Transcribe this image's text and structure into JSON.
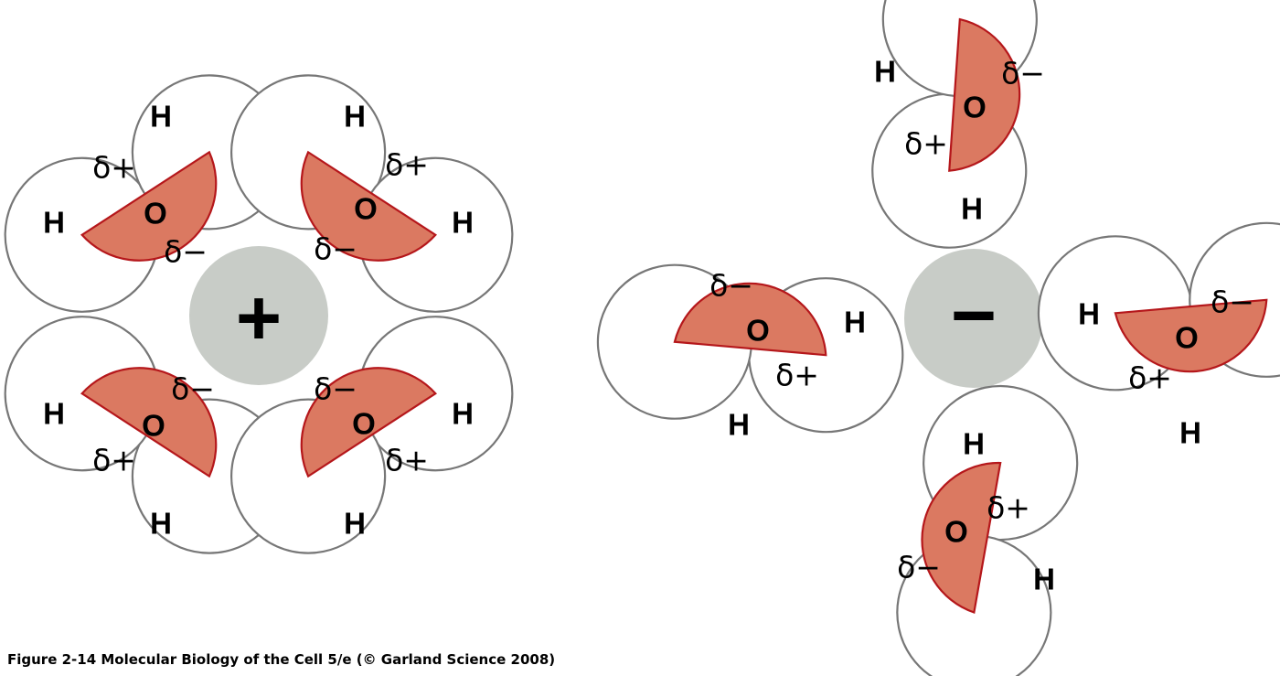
{
  "labels": {
    "hydrogen": "H",
    "oxygen": "O",
    "partial_positive": "δ+",
    "partial_negative": "δ−"
  },
  "ions": {
    "cation_sign": "+",
    "anion_sign": "−"
  },
  "caption": "Figure 2-14  Molecular Biology of the Cell 5/e (© Garland Science 2008)",
  "colors": {
    "oxygen_fill": "#db7961",
    "oxygen_outline": "#b5171b",
    "hydrogen_outline": "#777777",
    "ion_fill": "#c8ccc7"
  }
}
